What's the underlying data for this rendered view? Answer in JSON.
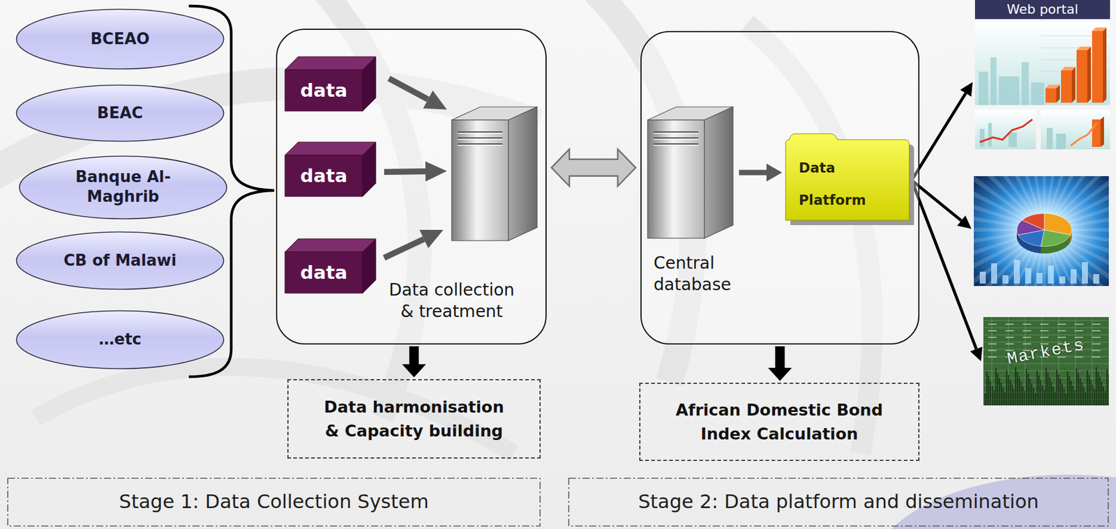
{
  "diagram": {
    "nodes": [
      {
        "text": [
          "BCEAO"
        ]
      },
      {
        "text": [
          "BEAC"
        ]
      },
      {
        "text": [
          "Banque Al-Maghrib"
        ]
      },
      {
        "text": [
          "CB of Malawi"
        ]
      },
      {
        "text": [
          "…etc"
        ]
      },
      {
        "text": []
      },
      {
        "text": [
          "data"
        ],
        "in": 5
      },
      {
        "text": [
          "data"
        ],
        "in": 5
      },
      {
        "text": [
          "data"
        ],
        "in": 5
      },
      {
        "text": [
          "Data collection & treatment"
        ],
        "in": 5
      },
      {
        "text": []
      },
      {
        "text": [
          "Central database"
        ],
        "in": 10
      },
      {
        "text": [
          "Data Platform"
        ],
        "in": 10
      },
      {
        "text": [
          "Web portal"
        ]
      },
      {
        "text": []
      },
      {
        "text": [
          "Markets"
        ]
      },
      {
        "text": [
          "Data harmonisation & Capacity building"
        ]
      },
      {
        "text": [
          "African Domestic Bond Index Calculation"
        ]
      },
      {
        "text": [
          "Stage 1: Data Collection System"
        ]
      },
      {
        "text": [
          "Stage 2: Data platform and dissemination"
        ]
      }
    ],
    "edges": [
      {
        "from": 6,
        "to": 9,
        "arrow": "to"
      },
      {
        "from": 7,
        "to": 9,
        "arrow": "to"
      },
      {
        "from": 8,
        "to": 9,
        "arrow": "to"
      },
      {
        "from": 5,
        "to": 10,
        "arrow": "both"
      },
      {
        "from": 11,
        "to": 12,
        "arrow": "to"
      },
      {
        "from": 12,
        "to": 13,
        "arrow": "to"
      },
      {
        "from": 12,
        "to": 14,
        "arrow": "to"
      },
      {
        "from": 12,
        "to": 15,
        "arrow": "to"
      },
      {
        "from": 5,
        "to": 16,
        "arrow": "to"
      },
      {
        "from": 10,
        "to": 17,
        "arrow": "to"
      }
    ]
  }
}
